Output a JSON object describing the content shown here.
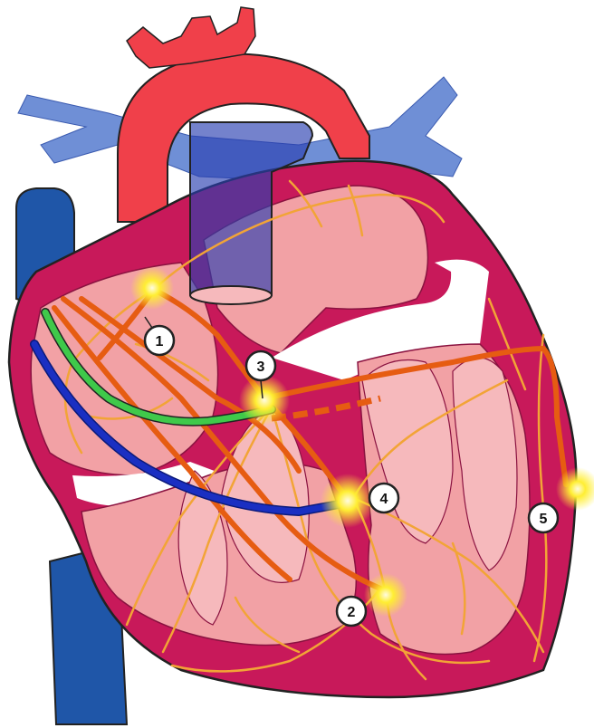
{
  "diagram": {
    "markers": [
      {
        "id": "marker-1",
        "label": "1"
      },
      {
        "id": "marker-2",
        "label": "2"
      },
      {
        "id": "marker-3",
        "label": "3"
      },
      {
        "id": "marker-4",
        "label": "4"
      },
      {
        "id": "marker-5",
        "label": "5"
      }
    ],
    "colors": {
      "myocardium": "#c8195a",
      "chamber": "#f2a1a5",
      "chamber_light": "#f6b9bc",
      "aorta": "#f0404a",
      "vein": "#1f56a8",
      "vein_light": "#6f8fd6",
      "conduction": "#e65c12",
      "purkinje": "#f2a436",
      "green_bundle": "#3fc94a",
      "blue_bundle": "#1a2fc2",
      "node_glow": "#ffe81a",
      "outline": "#222222"
    }
  }
}
